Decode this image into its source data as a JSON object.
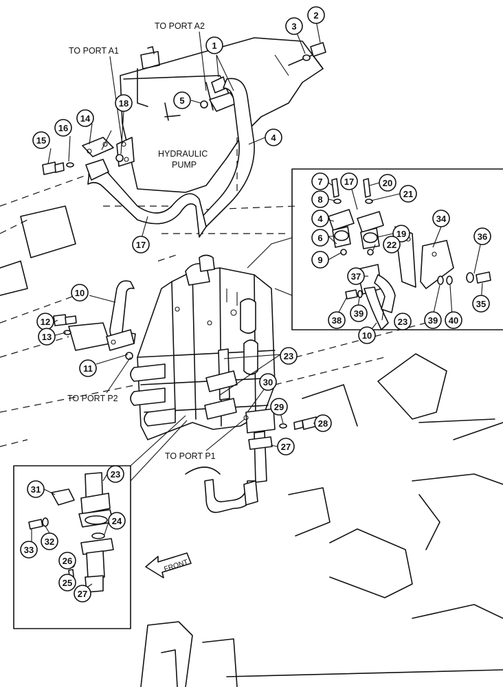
{
  "labels": {
    "port_a2": "TO PORT A2",
    "port_a1": "TO PORT A1",
    "port_p2": "TO PORT P2",
    "port_p1": "TO PORT P1",
    "pump_line1": "HYDRAULIC",
    "pump_line2": "PUMP",
    "front": "FRONT"
  },
  "callouts": {
    "c1": "1",
    "c2": "2",
    "c3": "3",
    "c4a": "4",
    "c4b": "4",
    "c5": "5",
    "c6": "6",
    "c7": "7",
    "c8": "8",
    "c9": "9",
    "c10a": "10",
    "c10b": "10",
    "c11": "11",
    "c12": "12",
    "c13": "13",
    "c14": "14",
    "c15": "15",
    "c16": "16",
    "c17a": "17",
    "c17b": "17",
    "c18": "18",
    "c19": "19",
    "c20": "20",
    "c21": "21",
    "c22": "22",
    "c23a": "23",
    "c23b": "23",
    "c23c": "23",
    "c24": "24",
    "c25": "25",
    "c26": "26",
    "c27a": "27",
    "c27b": "27",
    "c28": "28",
    "c29": "29",
    "c30": "30",
    "c31": "31",
    "c32": "32",
    "c33": "33",
    "c34": "34",
    "c35": "35",
    "c36": "36",
    "c37": "37",
    "c38": "38",
    "c39a": "39",
    "c39b": "39",
    "c40": "40"
  }
}
